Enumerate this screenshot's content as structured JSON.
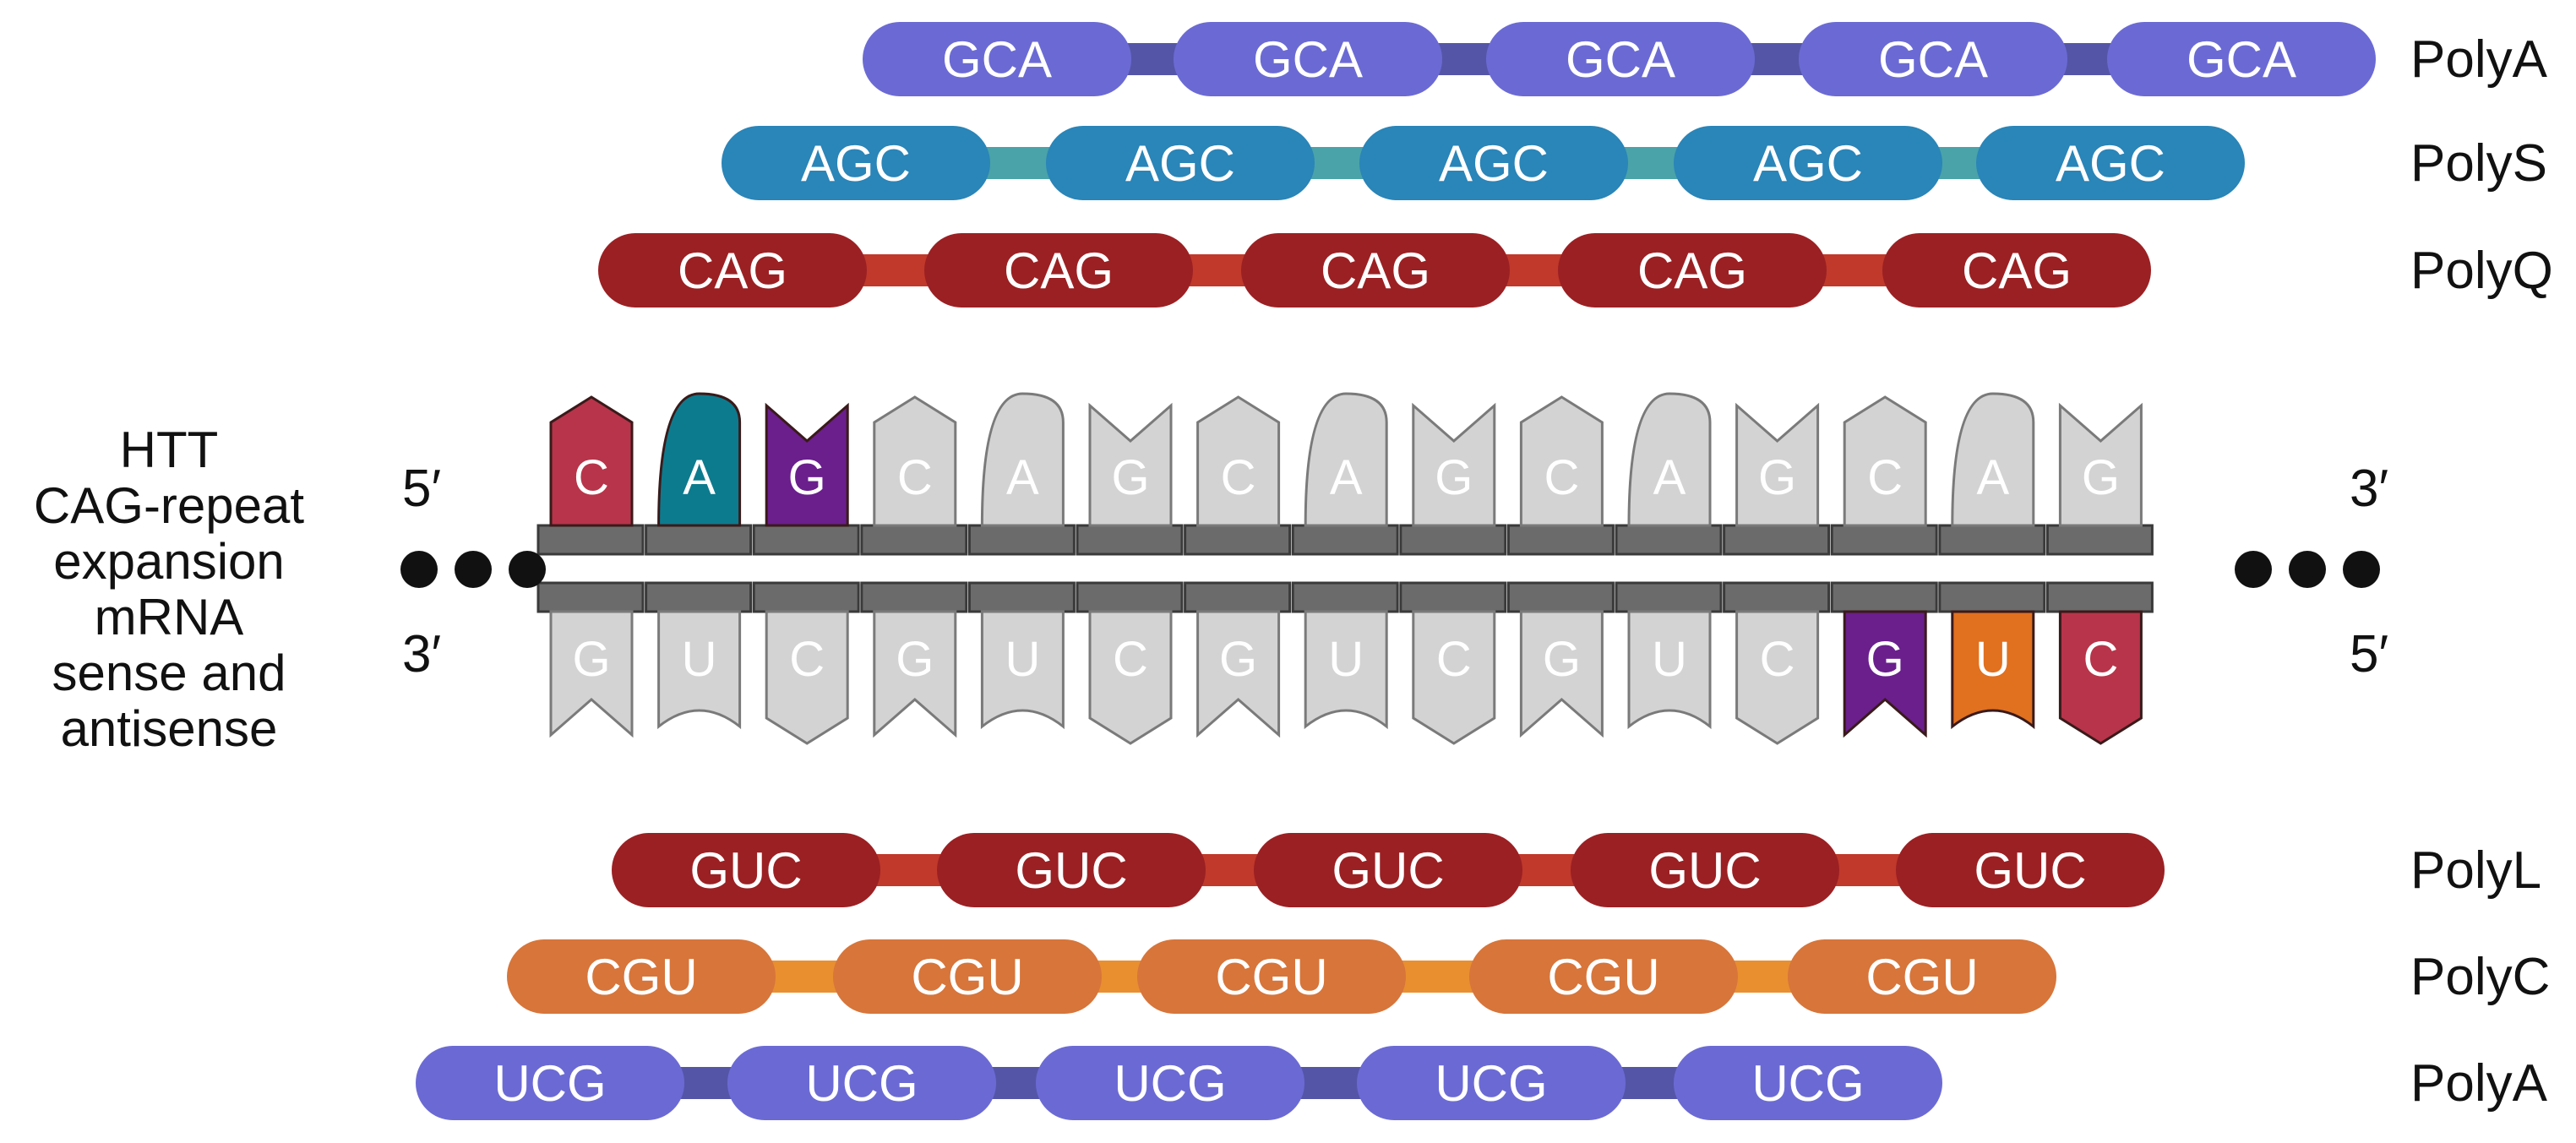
{
  "title_lines": [
    "HTT",
    "CAG-repeat",
    "expansion",
    "mRNA",
    "sense and",
    "antisense"
  ],
  "strand_labels": {
    "sense_left": "5′",
    "sense_right": "3′",
    "antisense_left": "3′",
    "antisense_right": "5′"
  },
  "colors": {
    "nucleotide_grey": "#d3d3d3",
    "backbone_grey": "#6b6b6b",
    "C": "#b8344a",
    "A": "#0d7b8e",
    "G": "#6a1f8d",
    "U": "#e1701f"
  },
  "sense_strand": {
    "bases": [
      "C",
      "A",
      "G",
      "C",
      "A",
      "G",
      "C",
      "A",
      "G",
      "C",
      "A",
      "G",
      "C",
      "A",
      "G"
    ],
    "highlighted": [
      0,
      1,
      2
    ]
  },
  "antisense_strand": {
    "bases": [
      "G",
      "U",
      "C",
      "G",
      "U",
      "C",
      "G",
      "U",
      "C",
      "G",
      "U",
      "C",
      "G",
      "U",
      "C"
    ],
    "highlighted": [
      12,
      13,
      14
    ]
  },
  "peptides": [
    {
      "name": "PolyA",
      "codon": "GCA",
      "pill_color": "#6b6ad4",
      "link_color": "#5555a8",
      "centers": [
        1180,
        1548,
        1918,
        2288,
        2653
      ]
    },
    {
      "name": "PolyS",
      "codon": "AGC",
      "pill_color": "#2a85b8",
      "link_color": "#4aa3a8",
      "centers": [
        1013,
        1397,
        1768,
        2140,
        2498
      ]
    },
    {
      "name": "PolyQ",
      "codon": "CAG",
      "pill_color": "#9b2023",
      "link_color": "#c0392b",
      "centers": [
        867,
        1253,
        1628,
        2003,
        2387
      ]
    },
    {
      "name": "PolyL",
      "codon": "GUC",
      "pill_color": "#9b2023",
      "link_color": "#c0392b",
      "centers": [
        883,
        1268,
        1643,
        2018,
        2403
      ]
    },
    {
      "name": "PolyC",
      "codon": "CGU",
      "pill_color": "#d7753a",
      "link_color": "#ea8f30",
      "centers": [
        759,
        1145,
        1505,
        1898,
        2275
      ]
    },
    {
      "name": "PolyA",
      "codon": "UCG",
      "pill_color": "#6b6ad4",
      "link_color": "#5555a8",
      "centers": [
        651,
        1020,
        1385,
        1765,
        2140
      ]
    }
  ]
}
